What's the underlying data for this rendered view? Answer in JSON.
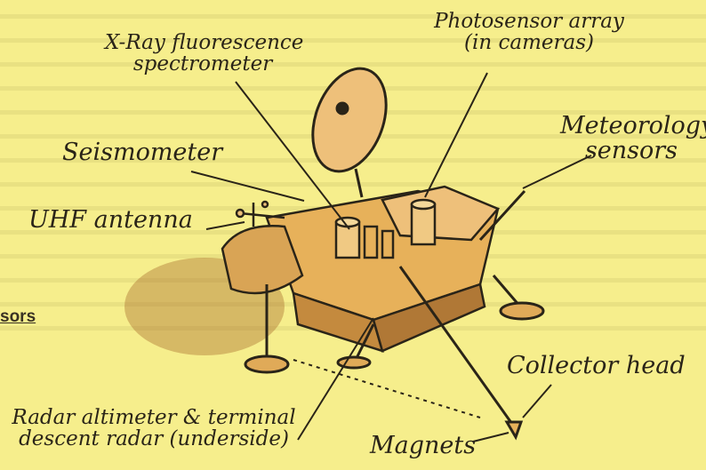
{
  "labels": {
    "xray": "X-Ray fluorescence",
    "xray2": "spectrometer",
    "photo": "Photosensor array",
    "photo2": "(in cameras)",
    "meteo": "Meteorology",
    "meteo2": "sensors",
    "seismo": "Seismometer",
    "uhf": "UHF antenna",
    "collector": "Collector head",
    "radar": "Radar altimeter & terminal",
    "radar2": "descent radar (underside)",
    "magnets": "Magnets"
  },
  "side_word": "sors",
  "colors": {
    "background": "#f6ee8c",
    "ink": "#2a2418",
    "body": "#e7b15a",
    "shadow": "#a8732c"
  }
}
